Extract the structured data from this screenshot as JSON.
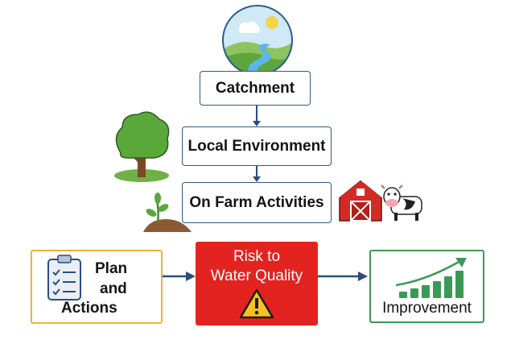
{
  "flow": {
    "catchment": "Catchment",
    "local_environment": "Local Environment",
    "on_farm": "On Farm Activities"
  },
  "plan": {
    "line1": "Plan",
    "line2": "and",
    "line3": "Actions"
  },
  "risk": {
    "line1": "Risk to",
    "line2": "Water Quality"
  },
  "improvement": {
    "label": "Improvement"
  },
  "colors": {
    "frame": "#2d5a8f",
    "plan_border": "#f3b12f",
    "risk_fill": "#e3231f",
    "improve_border": "#3a9a55",
    "arrow": "#2d4c7c"
  },
  "icons": [
    "landscape-icon",
    "tree-icon",
    "seedling-icon",
    "barn-icon",
    "cow-icon",
    "clipboard-icon",
    "warning-icon",
    "growth-chart-icon"
  ]
}
